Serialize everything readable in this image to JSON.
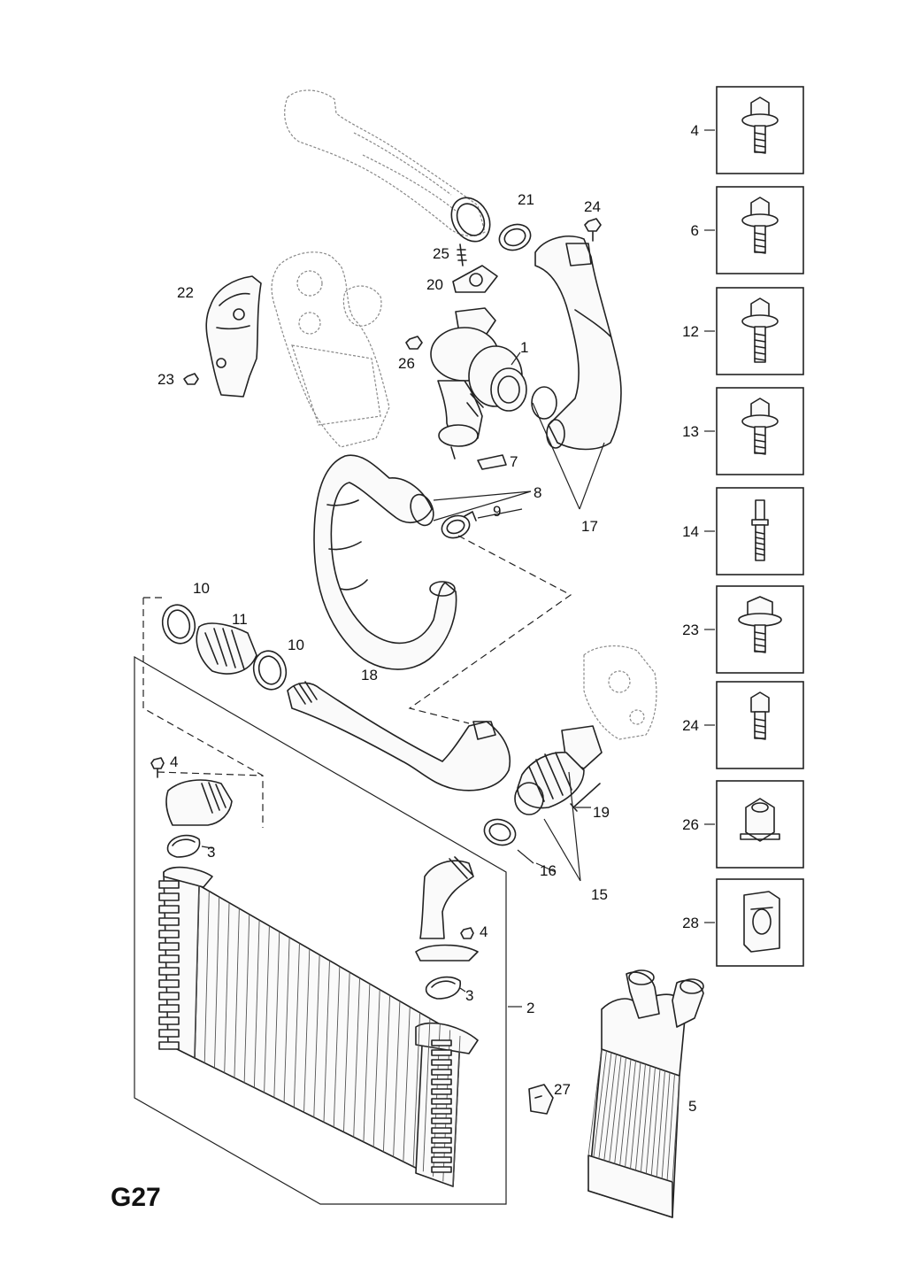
{
  "page_code": "G27",
  "callouts": {
    "c1": "1",
    "c2": "2",
    "c3a": "3",
    "c3b": "3",
    "c4a": "4",
    "c4b": "4",
    "c5": "5",
    "c7": "7",
    "c8": "8",
    "c9": "9",
    "c10a": "10",
    "c10b": "10",
    "c11": "11",
    "c15": "15",
    "c16": "16",
    "c17": "17",
    "c18": "18",
    "c19": "19",
    "c20": "20",
    "c21": "21",
    "c22": "22",
    "c23": "23",
    "c24": "24",
    "c25": "25",
    "c26": "26",
    "c27": "27"
  },
  "fastener_boxes": [
    {
      "label": "4",
      "icon": "flange-bolt-icon"
    },
    {
      "label": "6",
      "icon": "flange-bolt-icon"
    },
    {
      "label": "12",
      "icon": "long-flange-bolt-icon"
    },
    {
      "label": "13",
      "icon": "flange-bolt-icon"
    },
    {
      "label": "14",
      "icon": "stud-icon"
    },
    {
      "label": "23",
      "icon": "wide-flange-bolt-icon"
    },
    {
      "label": "24",
      "icon": "hex-bolt-icon"
    },
    {
      "label": "26",
      "icon": "hex-nut-icon"
    },
    {
      "label": "28",
      "icon": "clip-nut-icon"
    }
  ]
}
